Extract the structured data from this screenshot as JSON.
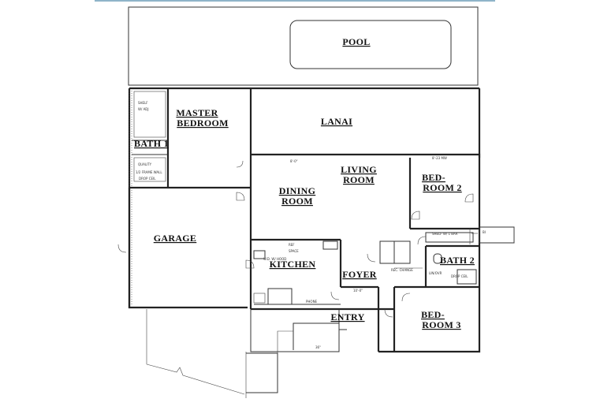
{
  "rooms": {
    "pool": "POOL",
    "master_bedroom_line1": "MASTER",
    "master_bedroom_line2": "BEDROOM",
    "lanai": "LANAI",
    "bath1": "BATH 1",
    "living_line1": "LIVING",
    "living_line2": "ROOM",
    "dining_line1": "DINING",
    "dining_line2": "ROOM",
    "bedroom2_line1": "BED-",
    "bedroom2_line2": "ROOM 2",
    "garage": "GARAGE",
    "bath2": "BATH 2",
    "kitchen": "KITCHEN",
    "foyer": "FOYER",
    "entry": "ENTRY",
    "bedroom3_line1": "BED-",
    "bedroom3_line2": "ROOM 3"
  },
  "colors": {
    "top_accent": "#8fb4c9",
    "line": "#222222"
  }
}
